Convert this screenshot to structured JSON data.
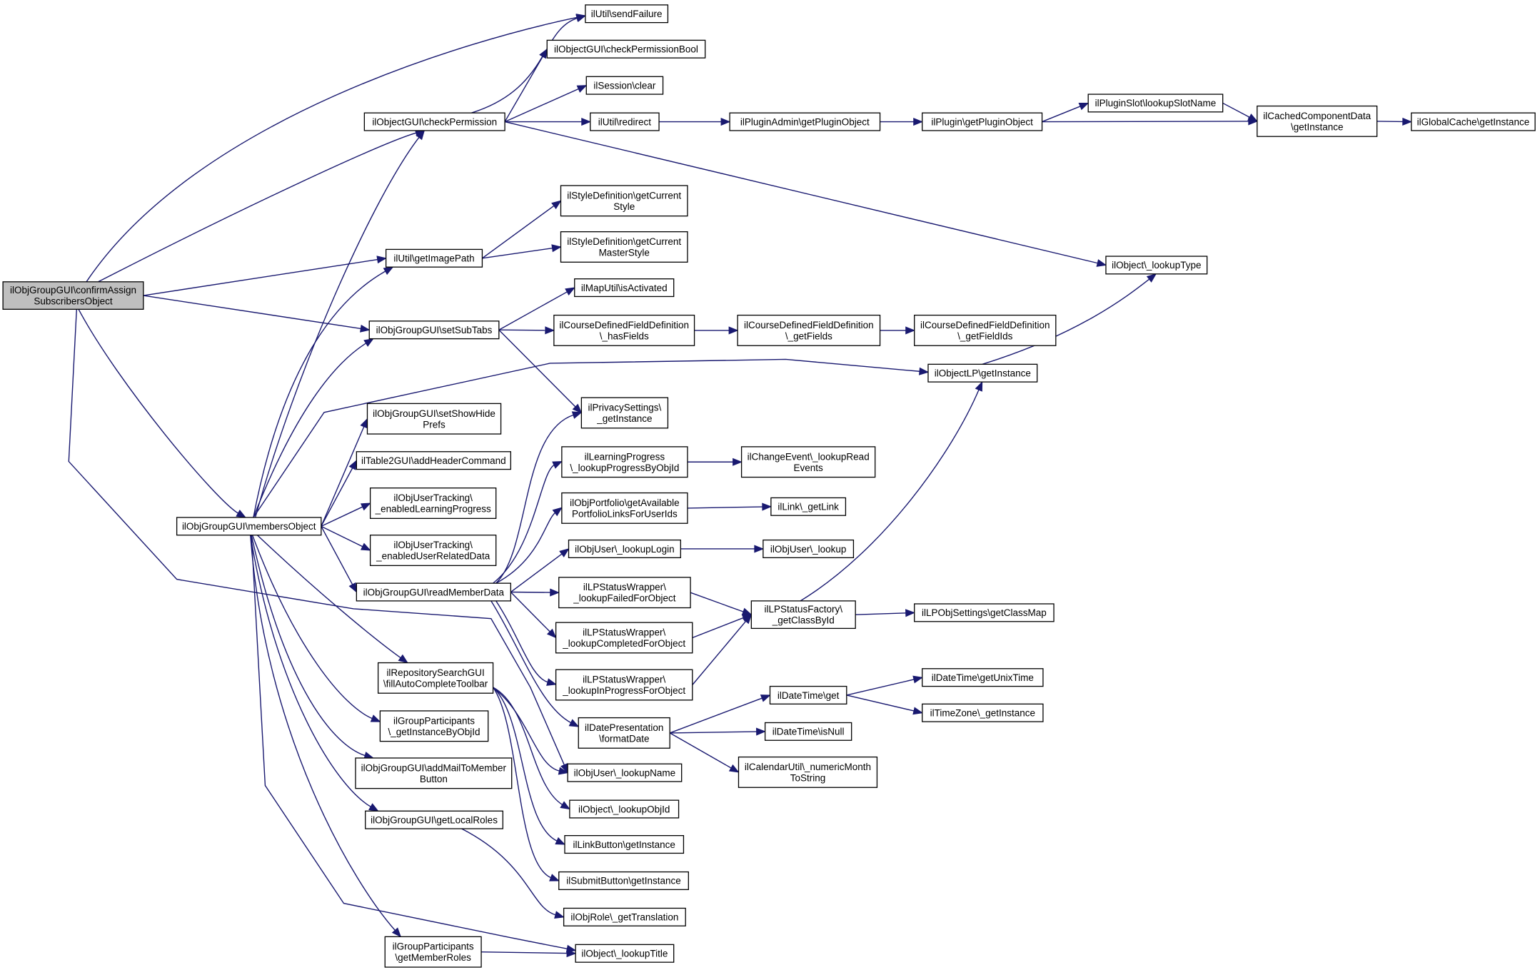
{
  "graph": {
    "edge_color": "#191970",
    "root_fill": "#bfbfbf",
    "node_fill": "#ffffff",
    "nodes": [
      {
        "id": "confirmAssign",
        "lines": [
          "ilObjGroupGUI\\confirmAssign",
          "SubscribersObject"
        ],
        "root": true
      },
      {
        "id": "membersObject",
        "lines": [
          "ilObjGroupGUI\\membersObject"
        ]
      },
      {
        "id": "checkPermission",
        "lines": [
          "ilObjectGUI\\checkPermission"
        ]
      },
      {
        "id": "getImagePath",
        "lines": [
          "ilUtil\\getImagePath"
        ]
      },
      {
        "id": "setSubTabs",
        "lines": [
          "ilObjGroupGUI\\setSubTabs"
        ]
      },
      {
        "id": "setShowHidePrefs",
        "lines": [
          "ilObjGroupGUI\\setShowHide",
          "Prefs"
        ]
      },
      {
        "id": "addHeaderCommand",
        "lines": [
          "ilTable2GUI\\addHeaderCommand"
        ]
      },
      {
        "id": "enabledLearningProgress",
        "lines": [
          "ilObjUserTracking\\",
          "_enabledLearningProgress"
        ]
      },
      {
        "id": "enabledUserRelatedData",
        "lines": [
          "ilObjUserTracking\\",
          "_enabledUserRelatedData"
        ]
      },
      {
        "id": "readMemberData",
        "lines": [
          "ilObjGroupGUI\\readMemberData"
        ]
      },
      {
        "id": "fillAutoCompleteToolbar",
        "lines": [
          "ilRepositorySearchGUI",
          "\\fillAutoCompleteToolbar"
        ]
      },
      {
        "id": "getInstanceByObjId",
        "lines": [
          "ilGroupParticipants",
          "\\_getInstanceByObjId"
        ]
      },
      {
        "id": "addMailToMemberButton",
        "lines": [
          "ilObjGroupGUI\\addMailToMember",
          "Button"
        ]
      },
      {
        "id": "getLocalRoles",
        "lines": [
          "ilObjGroupGUI\\getLocalRoles"
        ]
      },
      {
        "id": "getMemberRoles",
        "lines": [
          "ilGroupParticipants",
          "\\getMemberRoles"
        ]
      },
      {
        "id": "sendFailure",
        "lines": [
          "ilUtil\\sendFailure"
        ]
      },
      {
        "id": "checkPermissionBool",
        "lines": [
          "ilObjectGUI\\checkPermissionBool"
        ]
      },
      {
        "id": "sessionClear",
        "lines": [
          "ilSession\\clear"
        ]
      },
      {
        "id": "redirect",
        "lines": [
          "ilUtil\\redirect"
        ]
      },
      {
        "id": "getCurrentStyle",
        "lines": [
          "ilStyleDefinition\\getCurrent",
          "Style"
        ]
      },
      {
        "id": "getCurrentMasterStyle",
        "lines": [
          "ilStyleDefinition\\getCurrent",
          "MasterStyle"
        ]
      },
      {
        "id": "isActivated",
        "lines": [
          "ilMapUtil\\isActivated"
        ]
      },
      {
        "id": "hasFields",
        "lines": [
          "ilCourseDefinedFieldDefinition",
          "\\_hasFields"
        ]
      },
      {
        "id": "privacyGetInstance",
        "lines": [
          "ilPrivacySettings\\",
          "_getInstance"
        ]
      },
      {
        "id": "lookupProgressByObjId",
        "lines": [
          "ilLearningProgress",
          "\\_lookupProgressByObjId"
        ]
      },
      {
        "id": "getAvailablePortfolio",
        "lines": [
          "ilObjPortfolio\\getAvailable",
          "PortfolioLinksForUserIds"
        ]
      },
      {
        "id": "lookupLogin",
        "lines": [
          "ilObjUser\\_lookupLogin"
        ]
      },
      {
        "id": "lookupFailed",
        "lines": [
          "ilLPStatusWrapper\\",
          "_lookupFailedForObject"
        ]
      },
      {
        "id": "lookupCompleted",
        "lines": [
          "ilLPStatusWrapper\\",
          "_lookupCompletedForObject"
        ]
      },
      {
        "id": "lookupInProgress",
        "lines": [
          "ilLPStatusWrapper\\",
          "_lookupInProgressForObject"
        ]
      },
      {
        "id": "formatDate",
        "lines": [
          "ilDatePresentation",
          "\\formatDate"
        ]
      },
      {
        "id": "lookupName",
        "lines": [
          "ilObjUser\\_lookupName"
        ]
      },
      {
        "id": "lookupObjId",
        "lines": [
          "ilObject\\_lookupObjId"
        ]
      },
      {
        "id": "linkButton",
        "lines": [
          "ilLinkButton\\getInstance"
        ]
      },
      {
        "id": "submitButton",
        "lines": [
          "ilSubmitButton\\getInstance"
        ]
      },
      {
        "id": "getTranslation",
        "lines": [
          "ilObjRole\\_getTranslation"
        ]
      },
      {
        "id": "lookupTitle",
        "lines": [
          "ilObject\\_lookupTitle"
        ]
      },
      {
        "id": "getPluginObjectAdmin",
        "lines": [
          "ilPluginAdmin\\getPluginObject"
        ]
      },
      {
        "id": "getPluginObject",
        "lines": [
          "ilPlugin\\getPluginObject"
        ]
      },
      {
        "id": "lookupSlotName",
        "lines": [
          "ilPluginSlot\\lookupSlotName"
        ]
      },
      {
        "id": "cachedGetInstance",
        "lines": [
          "ilCachedComponentData",
          "\\getInstance"
        ]
      },
      {
        "id": "globalCache",
        "lines": [
          "ilGlobalCache\\getInstance"
        ]
      },
      {
        "id": "lookupType",
        "lines": [
          "ilObject\\_lookupType"
        ]
      },
      {
        "id": "getFields",
        "lines": [
          "ilCourseDefinedFieldDefinition",
          "\\_getFields"
        ]
      },
      {
        "id": "getFieldIds",
        "lines": [
          "ilCourseDefinedFieldDefinition",
          "\\_getFieldIds"
        ]
      },
      {
        "id": "objectLP",
        "lines": [
          "ilObjectLP\\getInstance"
        ]
      },
      {
        "id": "lookupReadEvents",
        "lines": [
          "ilChangeEvent\\_lookupRead",
          "Events"
        ]
      },
      {
        "id": "getLink",
        "lines": [
          "ilLink\\_getLink"
        ]
      },
      {
        "id": "objUserLookup",
        "lines": [
          "ilObjUser\\_lookup"
        ]
      },
      {
        "id": "getClassById",
        "lines": [
          "ilLPStatusFactory\\",
          "_getClassById"
        ]
      },
      {
        "id": "getClassMap",
        "lines": [
          "ilLPObjSettings\\getClassMap"
        ]
      },
      {
        "id": "dateGet",
        "lines": [
          "ilDateTime\\get"
        ]
      },
      {
        "id": "isNull",
        "lines": [
          "ilDateTime\\isNull"
        ]
      },
      {
        "id": "numericMonth",
        "lines": [
          "ilCalendarUtil\\_numericMonth",
          "ToString"
        ]
      },
      {
        "id": "getUnixTime",
        "lines": [
          "ilDateTime\\getUnixTime"
        ]
      },
      {
        "id": "timeZone",
        "lines": [
          "ilTimeZone\\_getInstance"
        ]
      }
    ],
    "edges": [
      [
        "confirmAssign",
        "sendFailure"
      ],
      [
        "confirmAssign",
        "checkPermission"
      ],
      [
        "confirmAssign",
        "getImagePath"
      ],
      [
        "confirmAssign",
        "setSubTabs"
      ],
      [
        "confirmAssign",
        "membersObject"
      ],
      [
        "confirmAssign",
        "lookupName"
      ],
      [
        "membersObject",
        "checkPermission"
      ],
      [
        "membersObject",
        "getImagePath"
      ],
      [
        "membersObject",
        "setSubTabs"
      ],
      [
        "membersObject",
        "setShowHidePrefs"
      ],
      [
        "membersObject",
        "addHeaderCommand"
      ],
      [
        "membersObject",
        "enabledLearningProgress"
      ],
      [
        "membersObject",
        "enabledUserRelatedData"
      ],
      [
        "membersObject",
        "readMemberData"
      ],
      [
        "membersObject",
        "fillAutoCompleteToolbar"
      ],
      [
        "membersObject",
        "getInstanceByObjId"
      ],
      [
        "membersObject",
        "addMailToMemberButton"
      ],
      [
        "membersObject",
        "getLocalRoles"
      ],
      [
        "membersObject",
        "getMemberRoles"
      ],
      [
        "membersObject",
        "lookupTitle"
      ],
      [
        "membersObject",
        "objectLP"
      ],
      [
        "checkPermission",
        "sendFailure"
      ],
      [
        "checkPermission",
        "checkPermissionBool"
      ],
      [
        "checkPermission",
        "sessionClear"
      ],
      [
        "checkPermission",
        "redirect"
      ],
      [
        "checkPermission",
        "lookupType"
      ],
      [
        "getImagePath",
        "getCurrentStyle"
      ],
      [
        "getImagePath",
        "getCurrentMasterStyle"
      ],
      [
        "setSubTabs",
        "isActivated"
      ],
      [
        "setSubTabs",
        "hasFields"
      ],
      [
        "setSubTabs",
        "privacyGetInstance"
      ],
      [
        "readMemberData",
        "privacyGetInstance"
      ],
      [
        "readMemberData",
        "lookupProgressByObjId"
      ],
      [
        "readMemberData",
        "getAvailablePortfolio"
      ],
      [
        "readMemberData",
        "lookupLogin"
      ],
      [
        "readMemberData",
        "lookupFailed"
      ],
      [
        "readMemberData",
        "lookupCompleted"
      ],
      [
        "readMemberData",
        "lookupInProgress"
      ],
      [
        "readMemberData",
        "formatDate"
      ],
      [
        "fillAutoCompleteToolbar",
        "lookupName"
      ],
      [
        "fillAutoCompleteToolbar",
        "lookupObjId"
      ],
      [
        "fillAutoCompleteToolbar",
        "linkButton"
      ],
      [
        "fillAutoCompleteToolbar",
        "submitButton"
      ],
      [
        "getLocalRoles",
        "getTranslation"
      ],
      [
        "getMemberRoles",
        "lookupTitle"
      ],
      [
        "redirect",
        "getPluginObjectAdmin"
      ],
      [
        "getPluginObjectAdmin",
        "getPluginObject"
      ],
      [
        "getPluginObject",
        "lookupSlotName"
      ],
      [
        "getPluginObject",
        "cachedGetInstance"
      ],
      [
        "lookupSlotName",
        "cachedGetInstance"
      ],
      [
        "cachedGetInstance",
        "globalCache"
      ],
      [
        "hasFields",
        "getFields"
      ],
      [
        "getFields",
        "getFieldIds"
      ],
      [
        "objectLP",
        "lookupType"
      ],
      [
        "lookupProgressByObjId",
        "lookupReadEvents"
      ],
      [
        "getAvailablePortfolio",
        "getLink"
      ],
      [
        "lookupLogin",
        "objUserLookup"
      ],
      [
        "lookupFailed",
        "getClassById"
      ],
      [
        "lookupCompleted",
        "getClassById"
      ],
      [
        "lookupInProgress",
        "getClassById"
      ],
      [
        "getClassById",
        "getClassMap"
      ],
      [
        "getClassById",
        "objectLP"
      ],
      [
        "formatDate",
        "dateGet"
      ],
      [
        "formatDate",
        "isNull"
      ],
      [
        "formatDate",
        "numericMonth"
      ],
      [
        "dateGet",
        "getUnixTime"
      ],
      [
        "dateGet",
        "timeZone"
      ]
    ]
  }
}
